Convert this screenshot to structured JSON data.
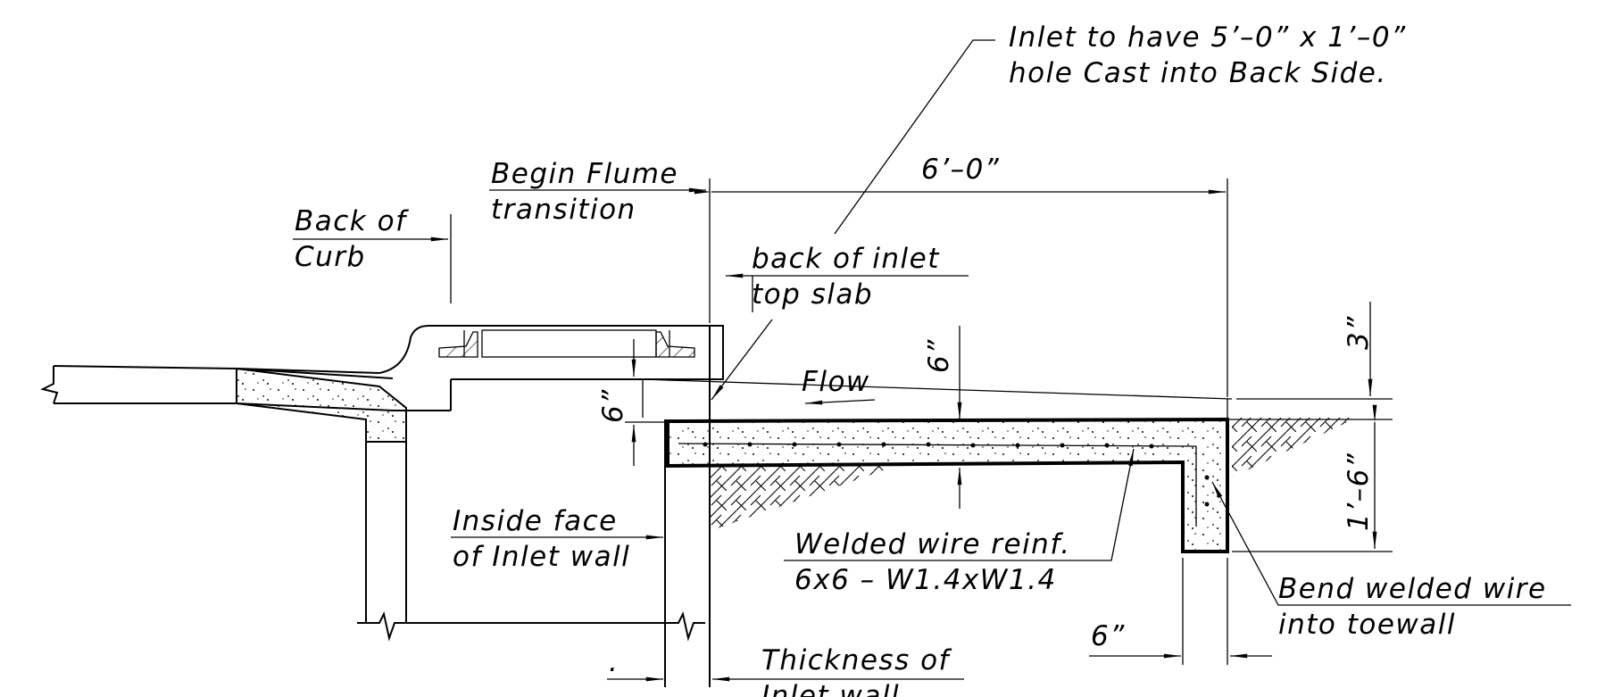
{
  "notes": {
    "inlet_hole": [
      "Inlet to have 5’–0” x 1’–0”",
      "hole Cast into Back Side."
    ],
    "begin_flume": [
      "Begin Flume",
      "transition"
    ],
    "back_of_curb": [
      "Back of",
      "Curb"
    ],
    "back_of_inlet": [
      "back of inlet",
      "top slab"
    ],
    "flow": "Flow",
    "inside_face": [
      "Inside face",
      "of Inlet wall"
    ],
    "welded_wire": [
      "Welded wire reinf.",
      "6x6 – W1.4xW1.4"
    ],
    "bend_wire": [
      "Bend welded wire",
      "into toewall"
    ],
    "thickness": [
      "Thickness of",
      "Inlet wall"
    ],
    "dot": "."
  },
  "dimensions": {
    "length": "6’–0”",
    "slab_thickness": "6”",
    "left_thickness": "6”",
    "top_drop": "3”",
    "toewall_depth": "1’–6”",
    "toewall_width": "6”"
  },
  "colors": {
    "line": "#000000",
    "background": "#ffffff"
  }
}
